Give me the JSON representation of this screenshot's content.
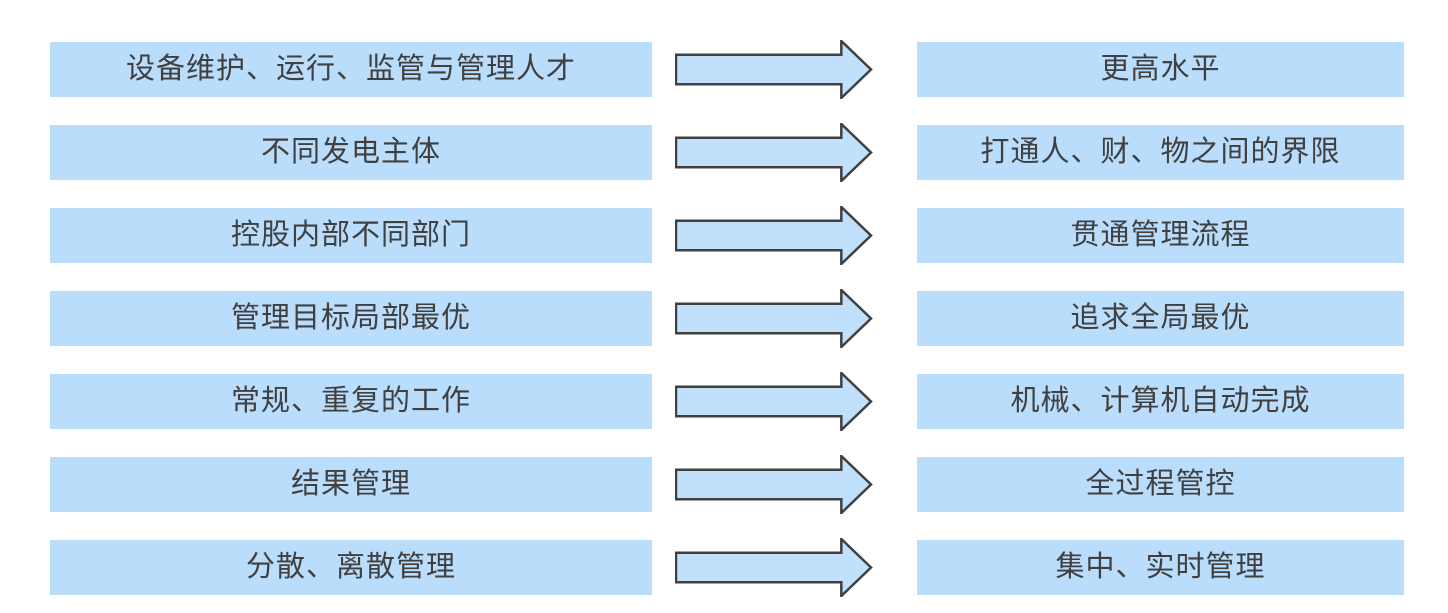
{
  "rows": [
    {
      "left": "设备维护、运行、监管与管理人才",
      "right": "更高水平"
    },
    {
      "left": "不同发电主体",
      "right": "打通人、财、物之间的界限"
    },
    {
      "left": "控股内部不同部门",
      "right": "贯通管理流程"
    },
    {
      "left": "管理目标局部最优",
      "right": "追求全局最优"
    },
    {
      "left": "常规、重复的工作",
      "right": "机械、计算机自动完成"
    },
    {
      "left": "结果管理",
      "right": "全过程管控"
    },
    {
      "left": "分散、离散管理",
      "right": "集中、实时管理"
    }
  ],
  "colors": {
    "box_fill": "#B9DDFB",
    "arrow_fill": "#C0E0FB",
    "outline": "#404040",
    "text": "#404040",
    "background": "#FFFFFF"
  },
  "arrow_icon": "right-block-arrow"
}
